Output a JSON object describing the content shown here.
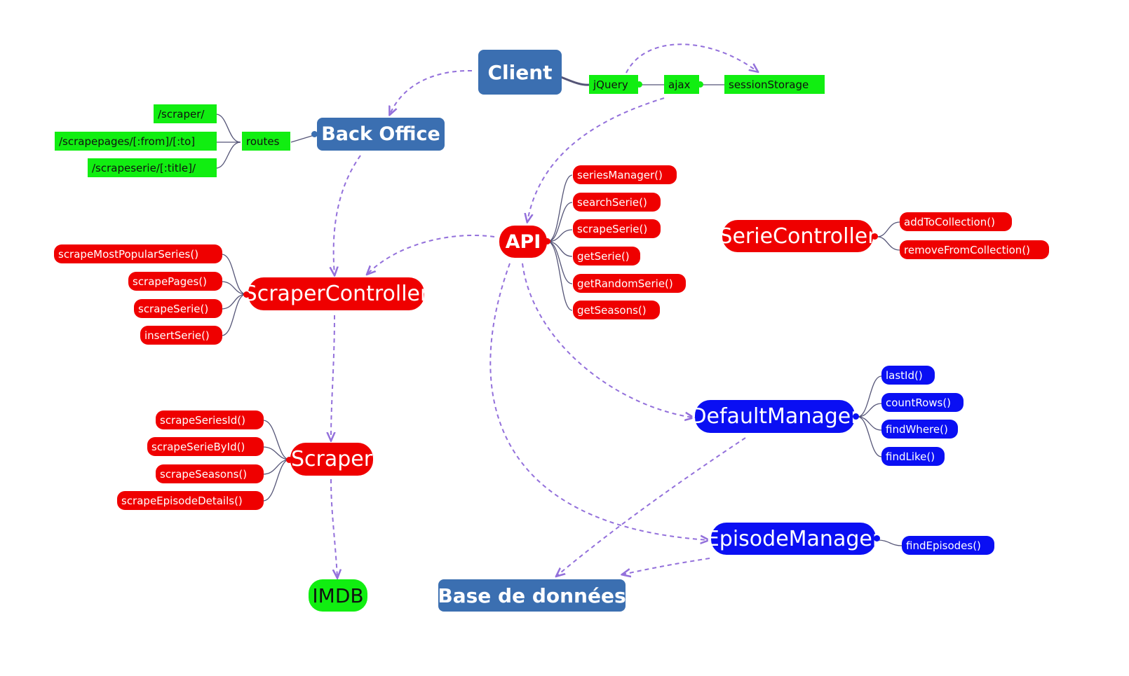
{
  "nodes": {
    "client": "Client",
    "back_office": "Back Office",
    "api": "API",
    "scraper_controller": "ScraperController",
    "scraper": "Scraper",
    "imdb": "IMDB",
    "serie_controller": "SerieController",
    "default_manager": "DefaultManager",
    "episode_manager": "EpisodeManager",
    "base_de_donnees": "Base de données"
  },
  "client_children": [
    "jQuery",
    "ajax",
    "sessionStorage"
  ],
  "back_office_children": {
    "routes": "routes",
    "items": [
      "/scraper/",
      "/scrapepages/[:from]/[:to]",
      "/scrapeserie/[:title]/"
    ]
  },
  "api_methods": [
    "seriesManager()",
    "searchSerie()",
    "scrapeSerie()",
    "getSerie()",
    "getRandomSerie()",
    "getSeasons()"
  ],
  "scraper_controller_methods": [
    "scrapeMostPopularSeries()",
    "scrapePages()",
    "scrapeSerie()",
    "insertSerie()"
  ],
  "scraper_methods": [
    "scrapeSeriesId()",
    "scrapeSerieById()",
    "scrapeSeasons()",
    "scrapeEpisodeDetails()"
  ],
  "serie_controller_methods": [
    "addToCollection()",
    "removeFromCollection()"
  ],
  "default_manager_methods": [
    "lastId()",
    "countRows()",
    "findWhere()",
    "findLike()"
  ],
  "episode_manager_methods": [
    "findEpisodes()"
  ],
  "colors": {
    "blue_main": "#3b6fb1",
    "red": "#ef0000",
    "dark_blue": "#0a0ff3",
    "green": "#11ee11",
    "arrow": "#9370db",
    "wire": "#555577"
  }
}
